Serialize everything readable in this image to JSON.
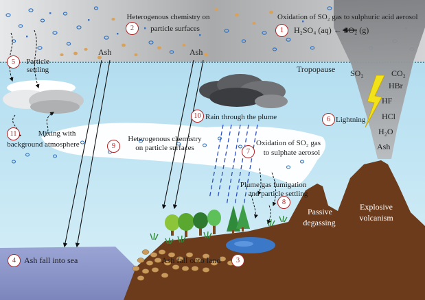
{
  "labels": {
    "het_chem_top": [
      "Heterogenous chemistry on",
      "particle surfaces"
    ],
    "oxidation_top": "Oxidation of SO₂ gas to sulphuric acid aerosol",
    "reaction": "H₂SO₄ (aq) ← SO₂ (g)",
    "ash_left": "Ash",
    "ash_right": "Ash",
    "particle_settling": [
      "Particle",
      "settling"
    ],
    "tropopause": "Tropopause",
    "rain": "Rain through the plume",
    "lightning": "Lightning",
    "mixing": [
      "Mixing with",
      "background atmosphere"
    ],
    "het_chem_mid": [
      "Heterogenous chemistry",
      "on particle surfaces"
    ],
    "oxidation_mid": [
      "Oxidation of SO₂ gas",
      "to sulphate aerosol"
    ],
    "fumigation": [
      "Plume gas fumigation",
      "and particle settling"
    ],
    "passive": [
      "Passive",
      "degassing"
    ],
    "explosive": [
      "Explosive",
      "volcanism"
    ],
    "ash_sea": "Ash fall into sea",
    "ash_land": "Ash fall onto land"
  },
  "numbers": {
    "n1": "1",
    "n2": "2",
    "n3": "3",
    "n4": "4",
    "n5": "5",
    "n6": "6",
    "n7": "7",
    "n8": "8",
    "n9": "9",
    "n10": "10",
    "n11": "11"
  },
  "gases": [
    "SO₂",
    "CO₂",
    "HBr",
    "HF",
    "HCl",
    "H₂O",
    "Ash"
  ],
  "colors": {
    "sky": "#bfe3f3",
    "stratosphere": "#c8c8c8",
    "ground": "#6b3b1c",
    "sea": "#8a96c8",
    "number_ring": "#b22222",
    "lightning": "#f2e21a"
  }
}
